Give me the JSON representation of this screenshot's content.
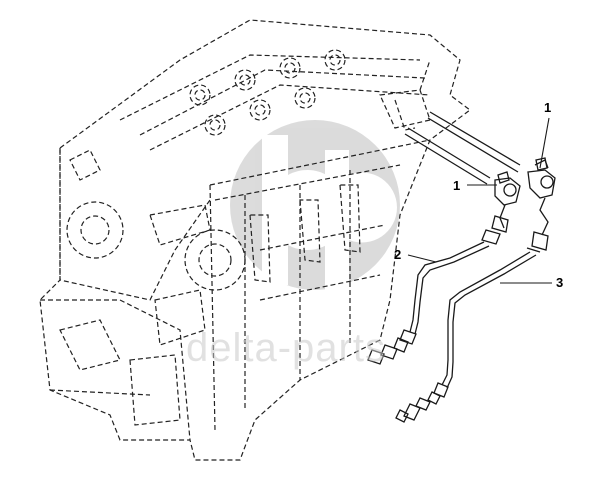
{
  "callouts": {
    "c1_top": "1",
    "c1_mid": "1",
    "c2": "2",
    "c3": "3"
  },
  "watermark": {
    "text": "delta-parts",
    "logo": "dp"
  },
  "colors": {
    "line": "#1a1a1a",
    "dash": "#2a2a2a",
    "watermark": "#c8c8c8"
  }
}
